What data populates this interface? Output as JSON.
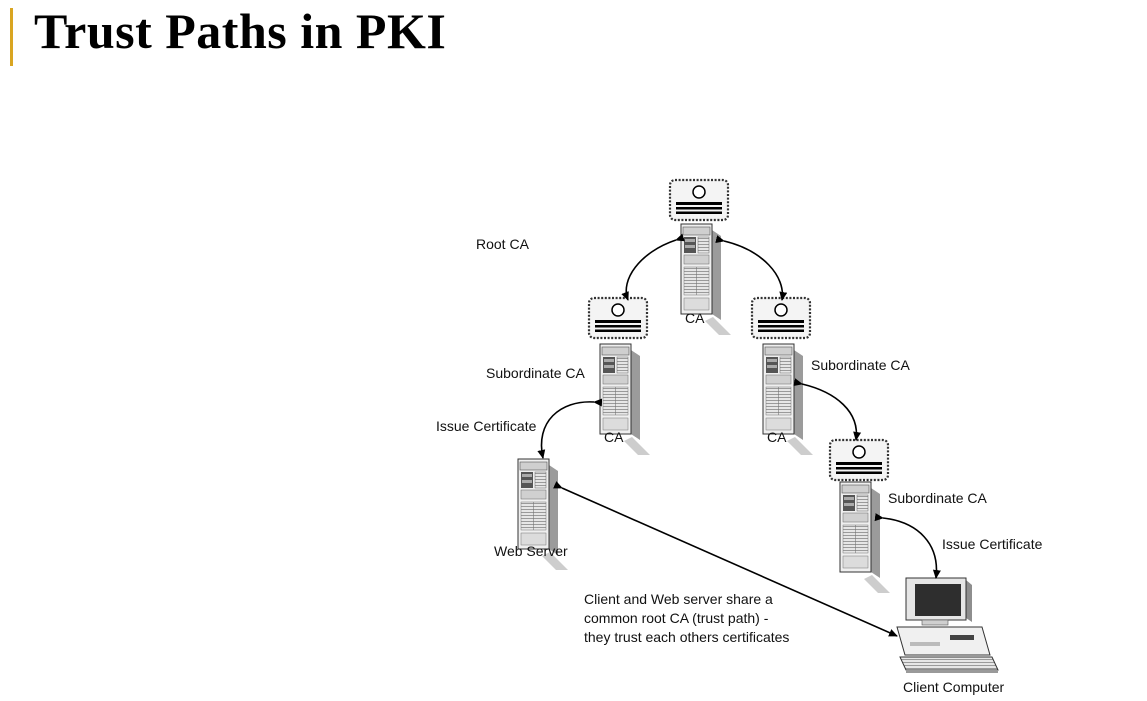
{
  "title": "Trust Paths in PKI",
  "colors": {
    "accent": "#d9a521"
  },
  "diagram": {
    "root_ca_label": "Root CA",
    "root_server_label": "CA",
    "sub_ca_left": {
      "role_label": "Subordinate CA",
      "server_label": "CA"
    },
    "sub_ca_right": {
      "role_label": "Subordinate CA",
      "server_label": "CA"
    },
    "sub_ca_lower": {
      "role_label": "Subordinate CA"
    },
    "issue_cert_left": "Issue Certificate",
    "issue_cert_right": "Issue Certificate",
    "web_server_label": "Web Server",
    "client_label": "Client Computer",
    "trust_note": [
      "Client and Web server share a",
      "common root CA (trust path) -",
      "they trust each others certificates"
    ]
  }
}
